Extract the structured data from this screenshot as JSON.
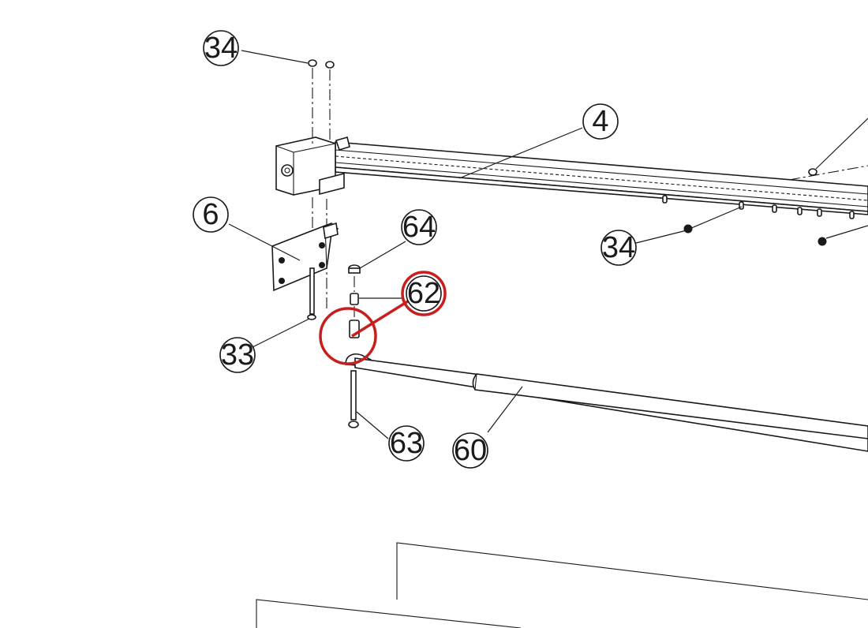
{
  "callouts": {
    "c34_top": "34",
    "c4": "4",
    "c6": "6",
    "c64": "64",
    "c62": "62",
    "c34_mid": "34",
    "c33": "33",
    "c63": "63",
    "c60": "60"
  },
  "highlight": {
    "part": "62",
    "color": "#c81e1e"
  },
  "colors": {
    "line": "#1a1a1a",
    "background": "#ffffff",
    "highlight": "#c81e1e"
  }
}
